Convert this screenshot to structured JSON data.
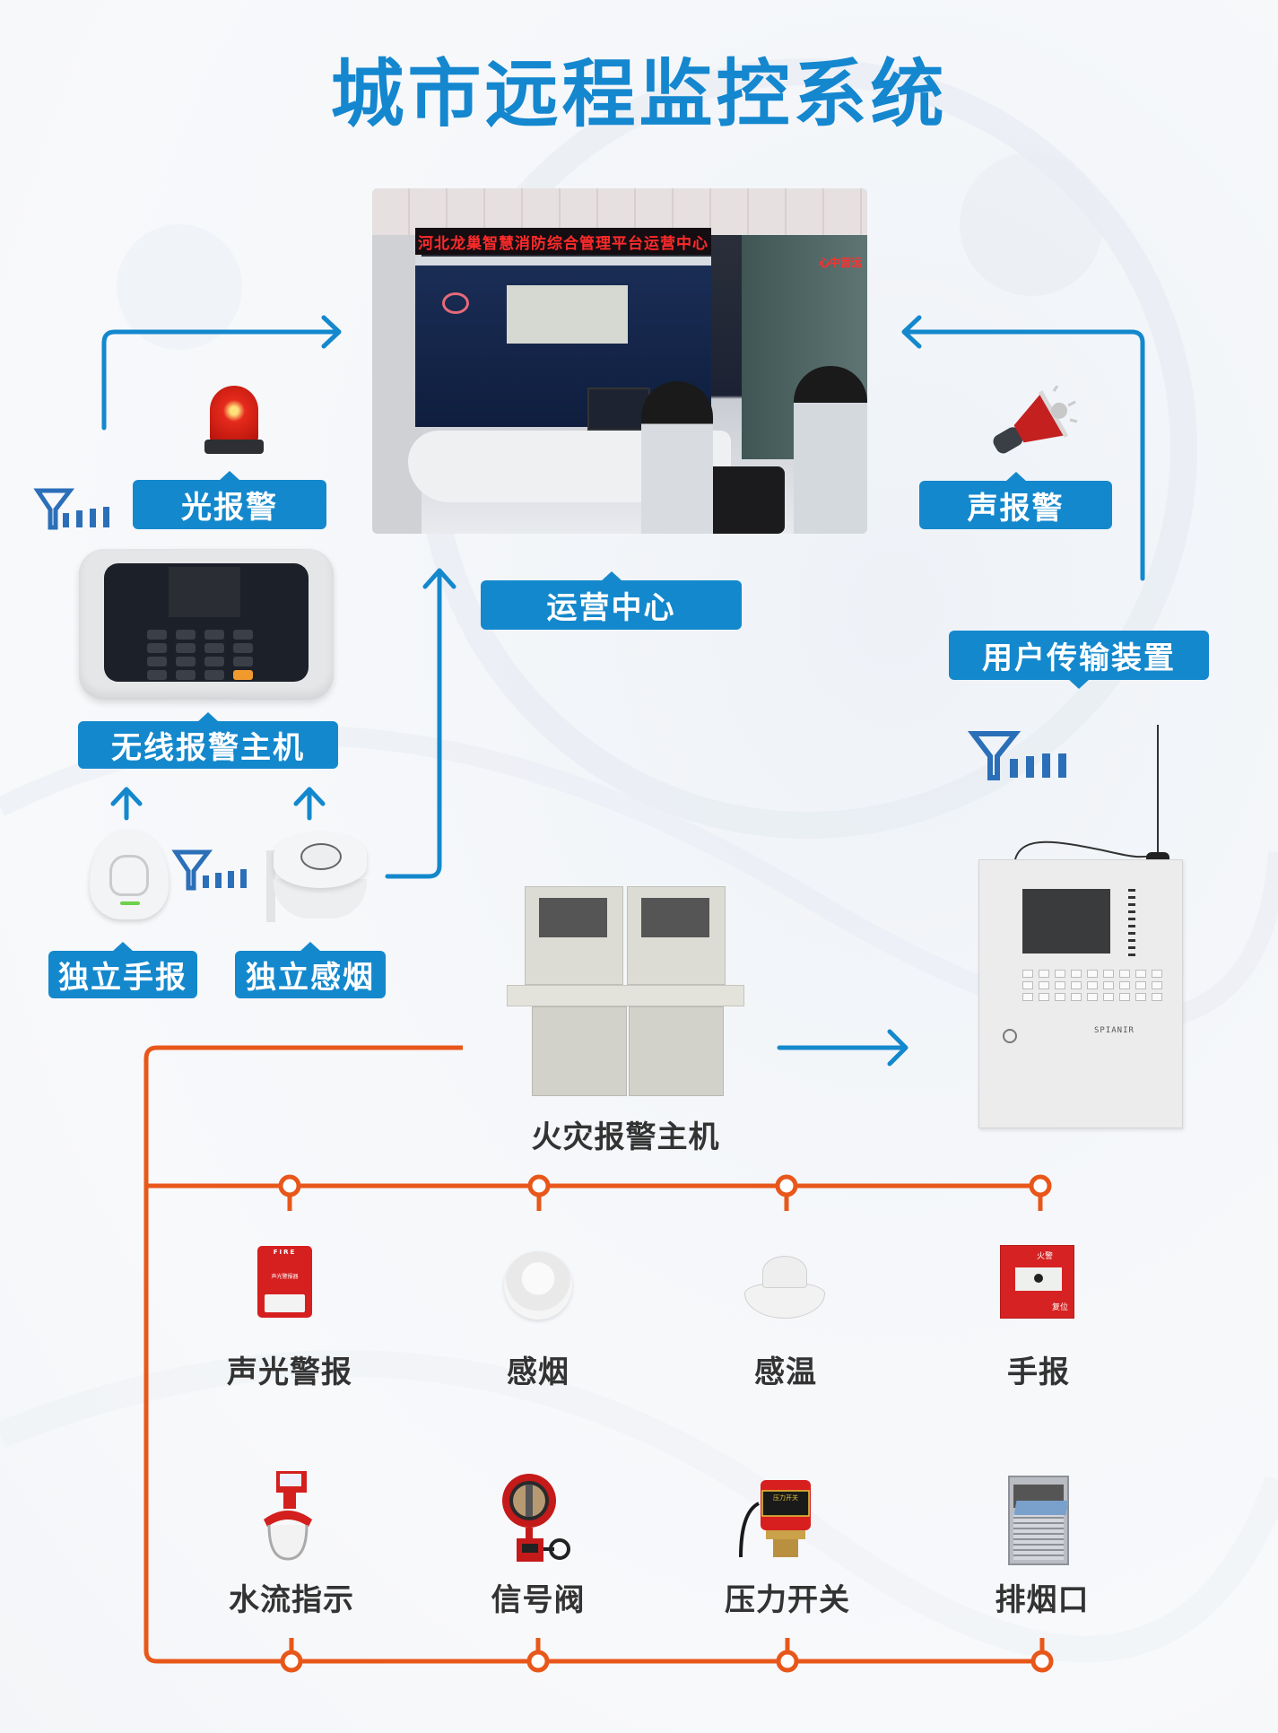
{
  "title": "城市远程监控系统",
  "colors": {
    "primary_blue": "#1488cd",
    "bus_orange": "#e8571a",
    "label_dark": "#333333"
  },
  "control_center": {
    "label": "运营中心",
    "photo_led_banner": "河北龙巢智慧消防综合管理平台运营中心",
    "photo_glass_sign": "心中营运"
  },
  "wireless": {
    "light_alarm_label": "光报警",
    "sound_alarm_label": "声报警",
    "host_label": "无线报警主机",
    "manual_call_label": "独立手报",
    "smoke_label": "独立感烟",
    "signal_icon": "antenna-signal-icon"
  },
  "user_transmission": {
    "label": "用户传输装置",
    "speaker_text": "SPIANIR"
  },
  "fire_alarm_host": {
    "label": "火灾报警主机"
  },
  "bus_devices_top": [
    {
      "label": "声光警报",
      "icon": "sound-light-alarm-icon",
      "device_text": [
        "FIRE",
        "声光警报器"
      ]
    },
    {
      "label": "感烟",
      "icon": "smoke-detector-icon"
    },
    {
      "label": "感温",
      "icon": "heat-detector-icon"
    },
    {
      "label": "手报",
      "icon": "manual-call-point-icon",
      "device_text": [
        "火警",
        "复位"
      ]
    }
  ],
  "bus_devices_bottom": [
    {
      "label": "水流指示",
      "icon": "water-flow-indicator-icon"
    },
    {
      "label": "信号阀",
      "icon": "signal-valve-icon"
    },
    {
      "label": "压力开关",
      "icon": "pressure-switch-icon",
      "device_text": [
        "压力开关"
      ]
    },
    {
      "label": "排烟口",
      "icon": "smoke-vent-icon"
    }
  ]
}
